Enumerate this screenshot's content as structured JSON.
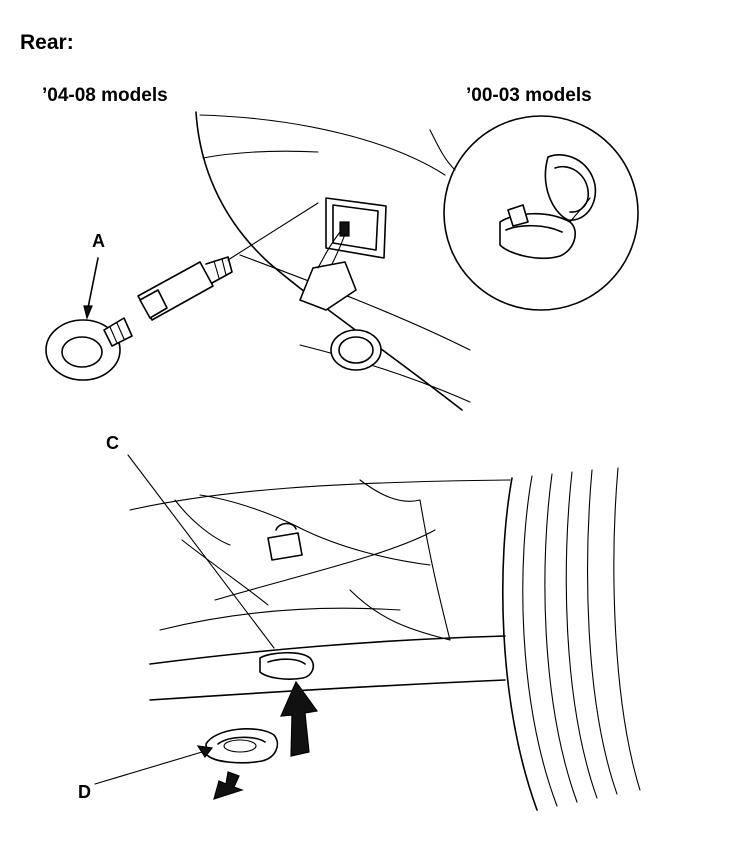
{
  "heading": "Rear:",
  "models": {
    "new_label": "’04-08 models",
    "old_label": "’00-03 models"
  },
  "callouts": {
    "a": "A",
    "c": "C",
    "d": "D"
  }
}
